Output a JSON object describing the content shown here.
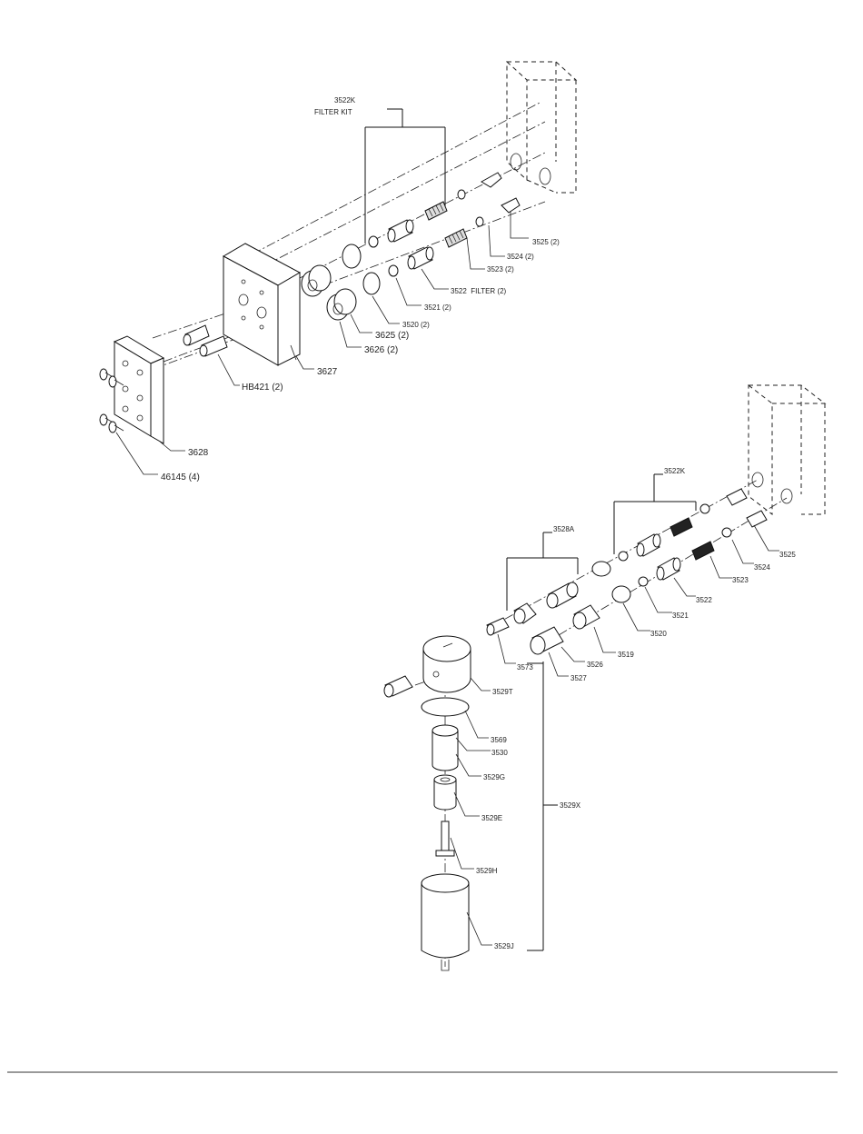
{
  "diagrams": {
    "top": {
      "kit_label": "3522K",
      "kit_sublabel": "FILTER KIT",
      "callouts": [
        {
          "id": "c-3525-2",
          "text": "3525 (2)"
        },
        {
          "id": "c-3524-2",
          "text": "3524 (2)"
        },
        {
          "id": "c-3523-2",
          "text": "3523 (2)"
        },
        {
          "id": "c-3522-filter",
          "text": "3522  FILTER (2)"
        },
        {
          "id": "c-3521-2",
          "text": "3521 (2)"
        },
        {
          "id": "c-3520-2",
          "text": "3520 (2)"
        },
        {
          "id": "c-3625-2",
          "text": "3625 (2)"
        },
        {
          "id": "c-3626-2",
          "text": "3626 (2)"
        },
        {
          "id": "c-3627",
          "text": "3627"
        },
        {
          "id": "c-hb421",
          "text": "HB421 (2)"
        },
        {
          "id": "c-3628",
          "text": "3628"
        },
        {
          "id": "c-46145",
          "text": "46145 (4)"
        }
      ]
    },
    "bottom": {
      "kit_label": "3522K",
      "group_label": "3528A",
      "assembly_label": "3529X",
      "callouts": [
        {
          "id": "b-3525",
          "text": "3525"
        },
        {
          "id": "b-3524",
          "text": "3524"
        },
        {
          "id": "b-3523",
          "text": "3523"
        },
        {
          "id": "b-3522",
          "text": "3522"
        },
        {
          "id": "b-3521",
          "text": "3521"
        },
        {
          "id": "b-3520",
          "text": "3520"
        },
        {
          "id": "b-3519",
          "text": "3519"
        },
        {
          "id": "b-3526",
          "text": "3526"
        },
        {
          "id": "b-3527",
          "text": "3527"
        },
        {
          "id": "b-3573",
          "text": "3573"
        },
        {
          "id": "b-3529t",
          "text": "3529T"
        },
        {
          "id": "b-3569",
          "text": "3569"
        },
        {
          "id": "b-3530",
          "text": "3530"
        },
        {
          "id": "b-3529g",
          "text": "3529G"
        },
        {
          "id": "b-3529e",
          "text": "3529E"
        },
        {
          "id": "b-3529h",
          "text": "3529H"
        },
        {
          "id": "b-3529j",
          "text": "3529J"
        }
      ]
    }
  }
}
